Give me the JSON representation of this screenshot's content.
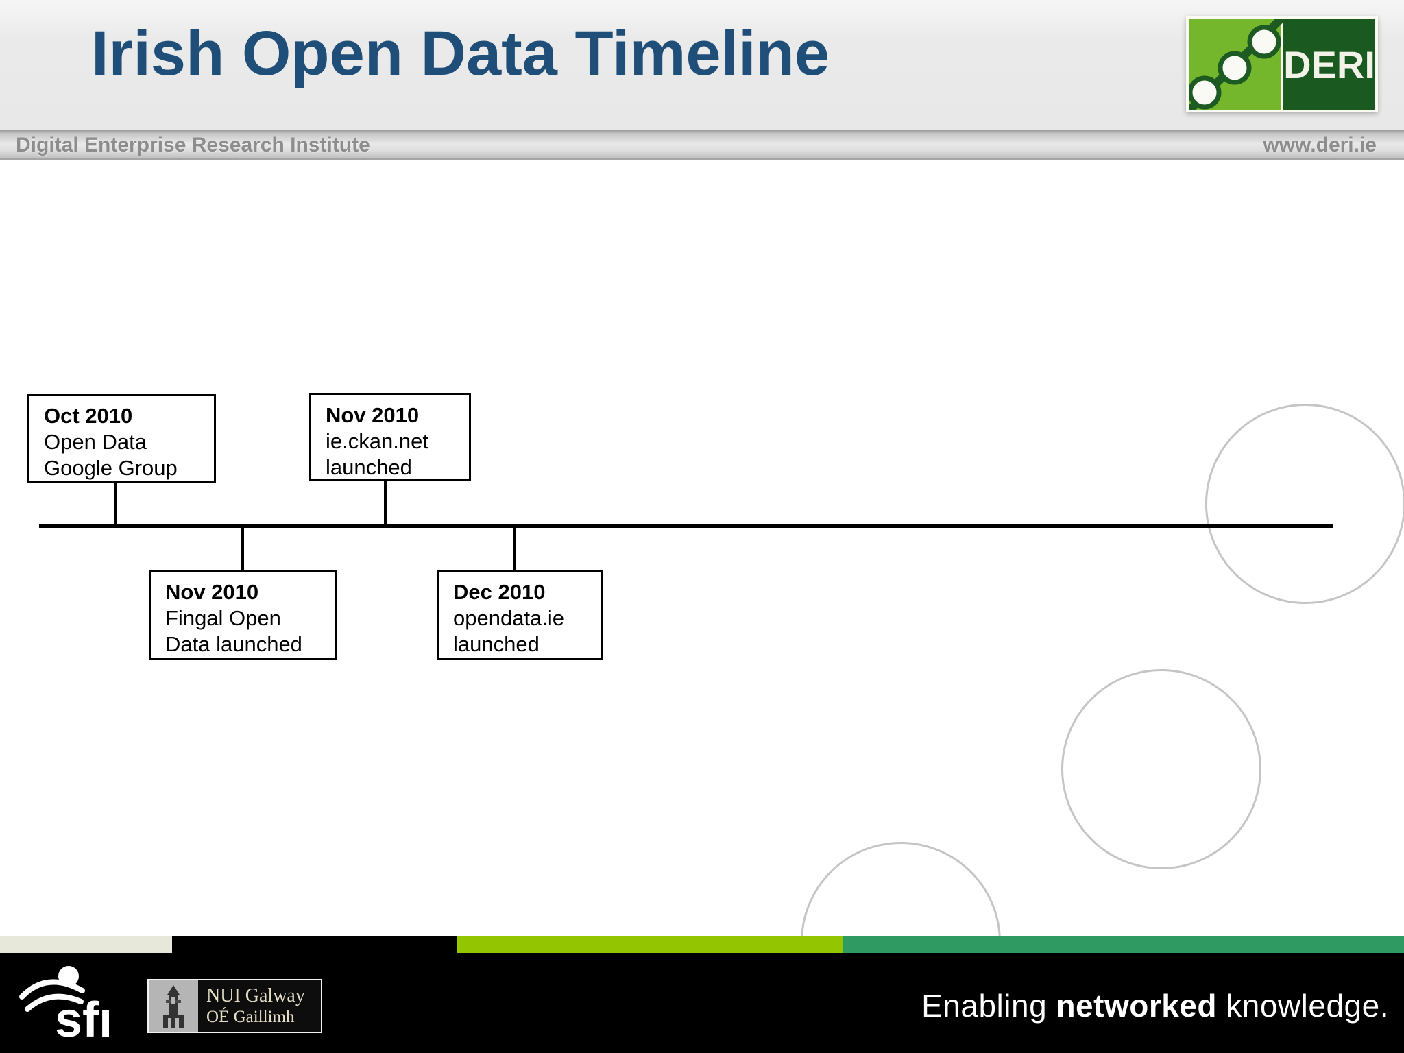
{
  "header": {
    "title": "Irish Open Data Timeline",
    "institute": "Digital Enterprise Research Institute",
    "website": "www.deri.ie",
    "deri_logo_text": "DERI"
  },
  "timeline": {
    "events": [
      {
        "date": "Oct 2010",
        "lines": [
          "Open Data",
          "Google Group"
        ],
        "position": "above"
      },
      {
        "date": "Nov 2010",
        "lines": [
          "ie.ckan.net",
          "launched"
        ],
        "position": "above"
      },
      {
        "date": "Nov 2010",
        "lines": [
          "Fingal Open",
          "Data launched"
        ],
        "position": "below"
      },
      {
        "date": "Dec 2010",
        "lines": [
          "opendata.ie",
          "launched"
        ],
        "position": "below"
      }
    ]
  },
  "footer": {
    "sfi_text": "sfı",
    "nui_line1": "NUI Galway",
    "nui_line2": "OÉ Gaillimh",
    "tagline_pre": "Enabling ",
    "tagline_bold": "networked",
    "tagline_post": " knowledge."
  },
  "colors": {
    "title_blue": "#1f4e79",
    "deri_bright_green": "#74b62c",
    "deri_dark_green": "#1a5a20",
    "stripe_cream": "#e8e8da",
    "stripe_black": "#000000",
    "stripe_bright_green": "#94c600",
    "stripe_teal_green": "#2f9b63",
    "band_text_grey": "#8d8d8d",
    "circle_grey": "#c5c5c5"
  }
}
